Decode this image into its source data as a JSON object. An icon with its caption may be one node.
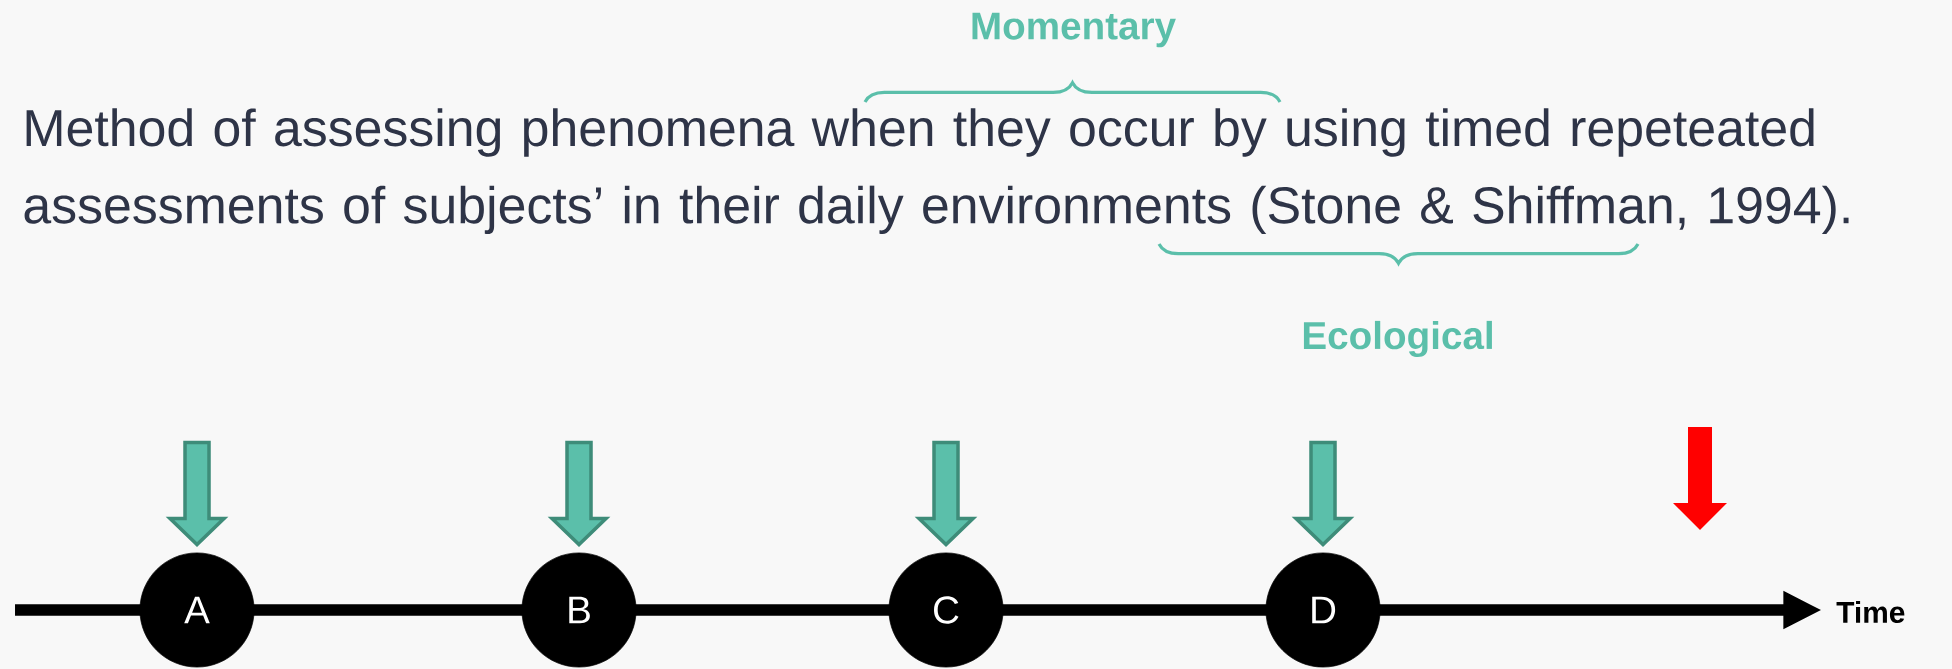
{
  "diagram": {
    "nodes": [
      {
        "text": [
          "A"
        ]
      },
      {
        "text": [
          "B"
        ]
      },
      {
        "text": [
          "C"
        ]
      },
      {
        "text": [
          "D"
        ]
      }
    ],
    "edges": [
      {
        "from": null,
        "to": 0,
        "arrow": "to"
      },
      {
        "from": null,
        "to": 1,
        "arrow": "to"
      },
      {
        "from": null,
        "to": 2,
        "arrow": "to"
      },
      {
        "from": null,
        "to": 3,
        "arrow": "to"
      }
    ],
    "labels": [
      "Momentary",
      "Method of assessing phenomena when they occur by using timed repeteated assessments of subjects’ in their daily environments (Stone & Shiffman, 1994).",
      "Ecological",
      "Time"
    ]
  }
}
